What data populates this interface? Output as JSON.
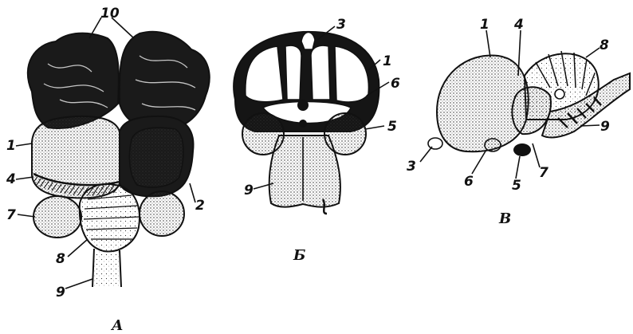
{
  "figures": [
    {
      "caption": "А",
      "labels": [
        "10",
        "1",
        "4",
        "7",
        "8",
        "9",
        "2"
      ]
    },
    {
      "caption": "Б",
      "labels": [
        "3",
        "1",
        "6",
        "5",
        "9"
      ]
    },
    {
      "caption": "В",
      "labels": [
        "1",
        "4",
        "8",
        "9",
        "3",
        "6",
        "5",
        "7"
      ]
    }
  ],
  "colors": {
    "ink": "#111111",
    "stipple": "#222222",
    "paper": "#ffffff"
  }
}
